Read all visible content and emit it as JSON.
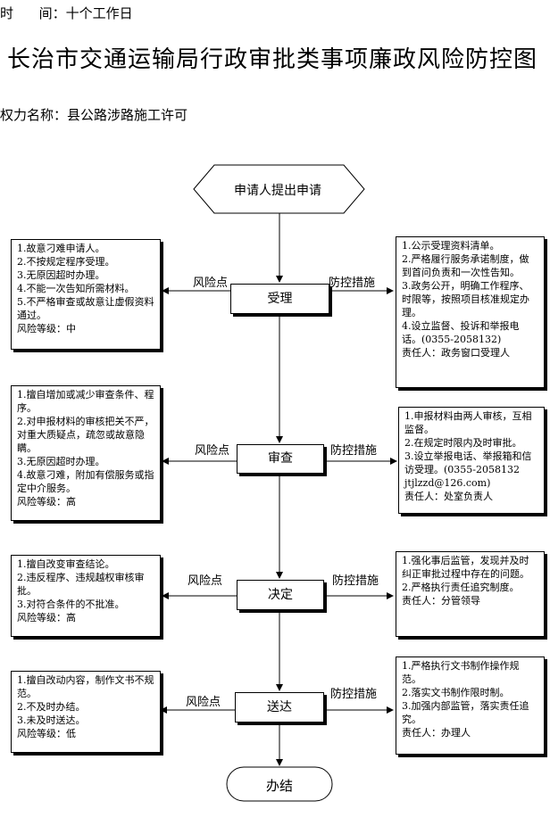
{
  "header": {
    "time_line": "时      间：十个工作日",
    "title": "长治市交通运输局行政审批类事项廉政风险防控图",
    "power_name": "权力名称：县公路涉路施工许可"
  },
  "flow": {
    "start": "申请人提出申请",
    "end": "办结",
    "risk_label": "风险点",
    "control_label": "防控措施",
    "steps": [
      {
        "name": "受理",
        "risks": [
          "1.故意刁难申请人。",
          "2.不按规定程序受理。",
          "3.无原因超时办理。",
          "4.不能一次告知所需材料。",
          "5.不严格审查或故意让虚假资料通过。"
        ],
        "risk_level": "风险等级：中",
        "controls": [
          "1.公示受理资料清单。",
          "2.严格履行服务承诺制度，做到首问负责和一次性告知。",
          "3.政务公开，明确工作程序、时限等，按照项目核准规定办理。",
          "4.设立监督、投诉和举报电话。(0355-2058132)"
        ],
        "responsible": "责任人：政务窗口受理人"
      },
      {
        "name": "审查",
        "risks": [
          "1.擅自增加或减少审查条件、程序。",
          "2.对申报材料的审核把关不严，对重大质疑点，疏忽或故意隐瞒。",
          "3.无原因超时办理。",
          "4.故意刁难，附加有偿服务或指定中介服务。"
        ],
        "risk_level": "风险等级：高",
        "controls": [
          "1.申报材料由两人审核，互相监督。",
          "2.在规定时限内及时审批。",
          "3.设立举报电话、举报箱和信访受理。(0355-2058132 jtjlzzd@126.com)"
        ],
        "responsible": "责任人：处室负责人"
      },
      {
        "name": "决定",
        "risks": [
          "1.擅自改变审查结论。",
          "2.违反程序、违规越权审核审批。",
          "3.对符合条件的不批准。"
        ],
        "risk_level": "风险等级：高",
        "controls": [
          "1.强化事后监管，发现并及时纠正审批过程中存在的问题。",
          "2.严格执行责任追究制度。"
        ],
        "responsible": "责任人：分管领导"
      },
      {
        "name": "送达",
        "risks": [
          "1.擅自改动内容，制作文书不规范。",
          "2.不及时办结。",
          "3.未及时送达。"
        ],
        "risk_level": "风险等级：低",
        "controls": [
          "1.严格执行文书制作操作规范。",
          "2.落实文书制作限时制。",
          "3.加强内部监管，落实责任追究。"
        ],
        "responsible": "责任人：办理人"
      }
    ]
  }
}
